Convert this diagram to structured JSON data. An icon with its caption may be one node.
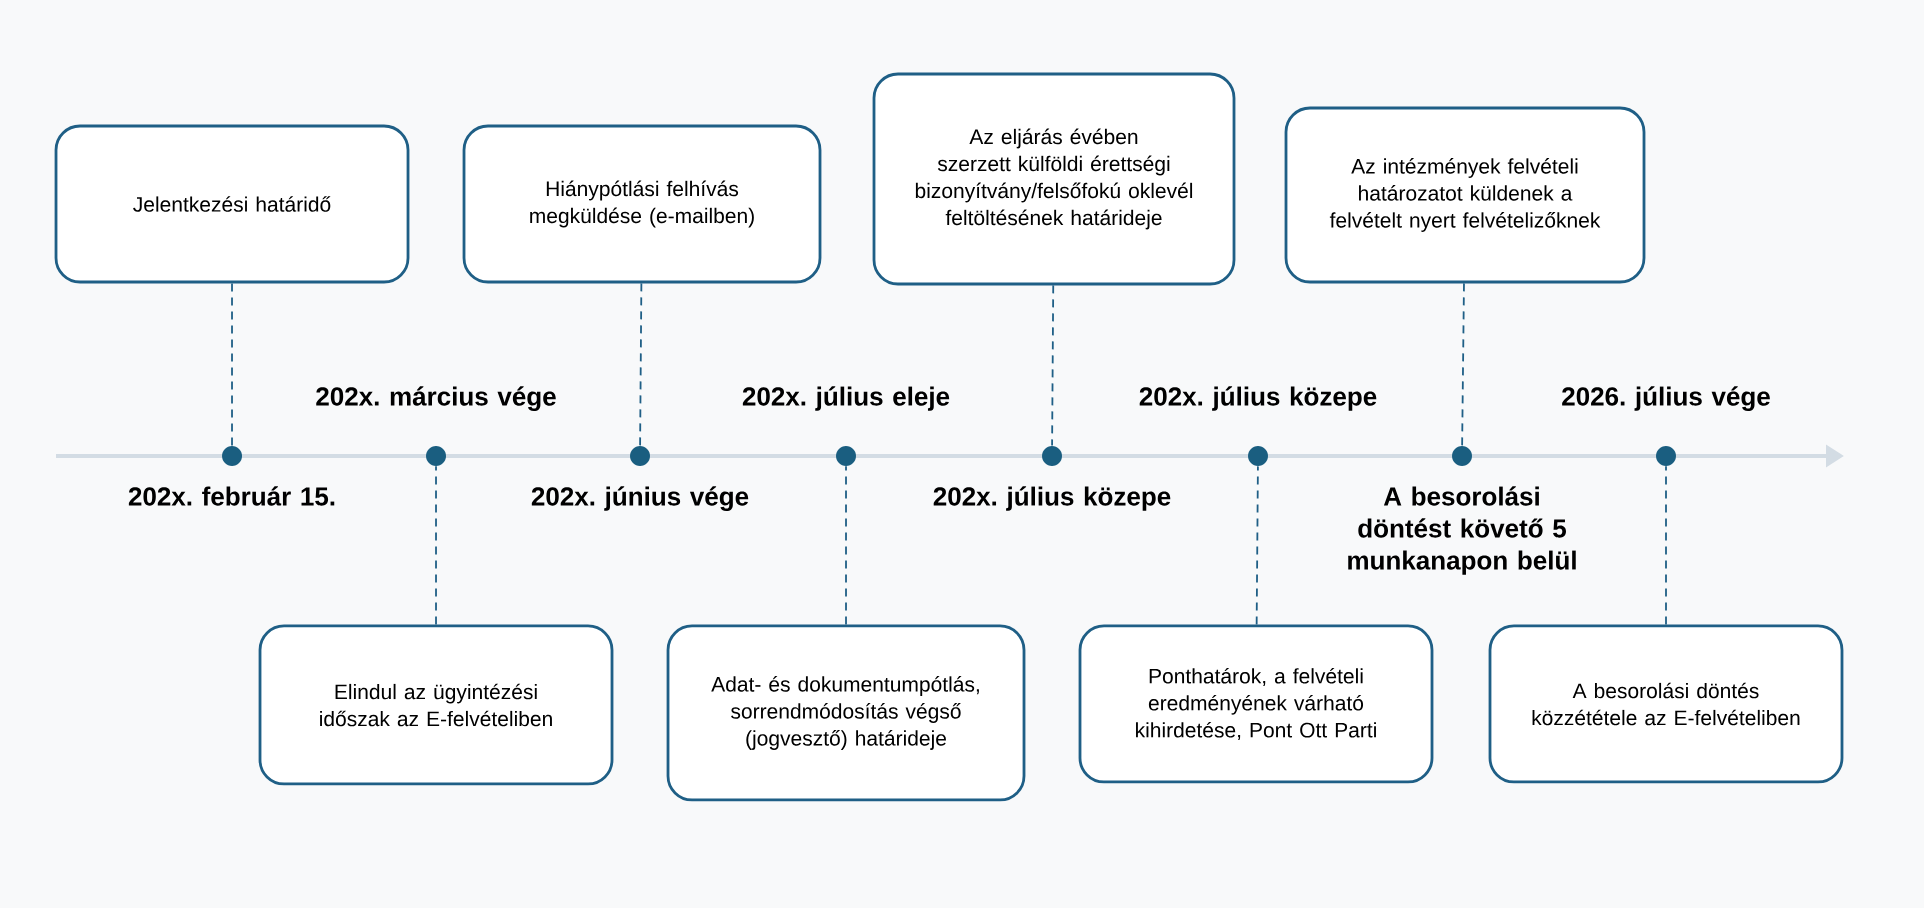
{
  "diagram": {
    "nodes": [
      {
        "text": [
          "Jelentkezési határidő"
        ]
      },
      {
        "text": [
          "Elindul az ügyintézési időszak az E-felvételiben"
        ]
      },
      {
        "text": [
          "Hiánypótlási felhívás megküldése (e-mailben)"
        ]
      },
      {
        "text": [
          "Adat- és dokumentumpótlás, sorrendmódosítás végső (jogvesztő) határideje"
        ]
      },
      {
        "text": [
          "Az eljárás évében szerzett külföldi érettségi bizonyítvány/felsőfokú oklevél feltöltésének határideje"
        ]
      },
      {
        "text": [
          "Ponthatárok, a felvételi eredményének várható kihirdetése, Pont Ott Parti"
        ]
      },
      {
        "text": [
          "Az intézmények felvételi határozatot küldenek a felvételt nyert felvételizőknek"
        ]
      },
      {
        "text": [
          "A besorolási döntés közzététele az E-felvételiben"
        ]
      },
      {
        "text": [],
        "shape": "circle",
        "beside": [
          "202x. február 15."
        ]
      },
      {
        "text": [],
        "shape": "circle",
        "beside": [
          "202x. március vége"
        ]
      },
      {
        "text": [],
        "shape": "circle",
        "beside": [
          "202x. június vége"
        ]
      },
      {
        "text": [],
        "shape": "circle",
        "beside": [
          "202x. július eleje"
        ]
      },
      {
        "text": [],
        "shape": "circle",
        "beside": [
          "202x. július közepe"
        ]
      },
      {
        "text": [],
        "shape": "circle",
        "beside": [
          "202x. július közepe"
        ]
      },
      {
        "text": [],
        "shape": "circle",
        "beside": [
          "A besorolási döntést követő 5 munkanapon belül"
        ]
      },
      {
        "text": [],
        "shape": "circle",
        "beside": [
          "2026. július vége"
        ]
      }
    ],
    "edges": [
      {
        "from": 0,
        "to": 8,
        "arrow": "none",
        "style": "dashed"
      },
      {
        "from": 1,
        "to": 9,
        "arrow": "none",
        "style": "dashed"
      },
      {
        "from": 2,
        "to": 10,
        "arrow": "none",
        "style": "dashed"
      },
      {
        "from": 3,
        "to": 11,
        "arrow": "none",
        "style": "dashed"
      },
      {
        "from": 4,
        "to": 12,
        "arrow": "none",
        "style": "dashed"
      },
      {
        "from": 5,
        "to": 13,
        "arrow": "none",
        "style": "dashed"
      },
      {
        "from": 6,
        "to": 14,
        "arrow": "none",
        "style": "dashed"
      },
      {
        "from": 7,
        "to": 15,
        "arrow": "none",
        "style": "dashed"
      }
    ]
  }
}
